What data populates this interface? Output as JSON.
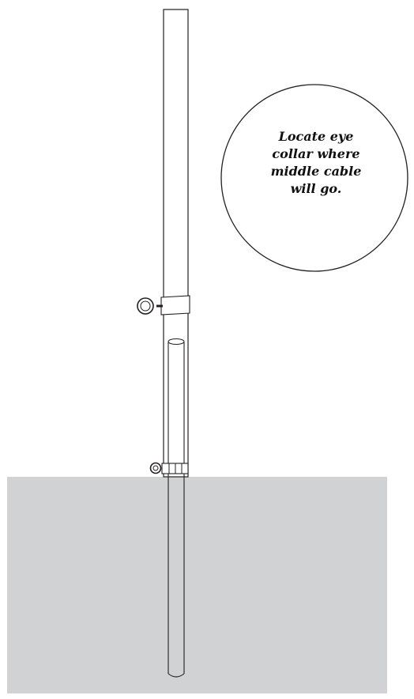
{
  "callout": {
    "lines": [
      "Locate eye",
      "collar where",
      "middle cable",
      "will go."
    ]
  },
  "colors": {
    "ground": "#d1d2d3",
    "outline": "#231f20",
    "pole_fill": "#ffffff"
  }
}
